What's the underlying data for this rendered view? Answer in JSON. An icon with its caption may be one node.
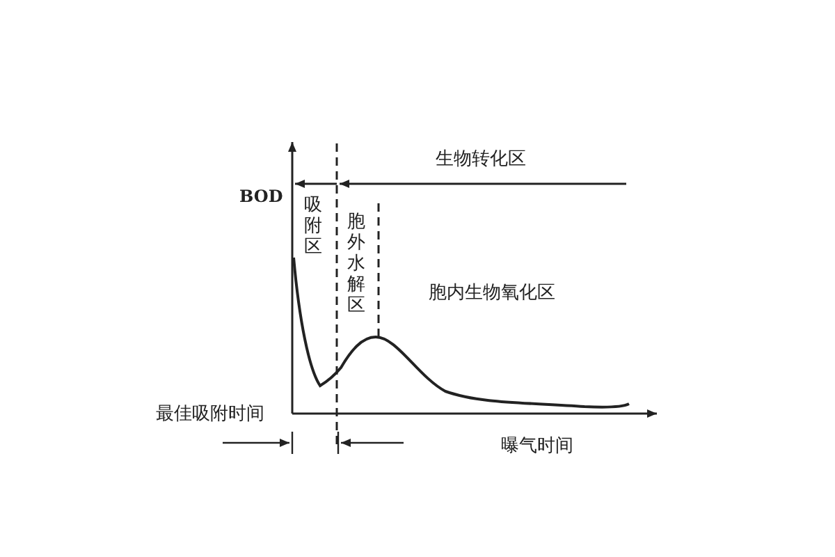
{
  "diagram": {
    "labels": [
      "生物转化区",
      "BOD",
      "吸附区",
      "胞外水解区",
      "胞内生物氧化区",
      "最佳吸附时间",
      "曝气时间"
    ]
  }
}
